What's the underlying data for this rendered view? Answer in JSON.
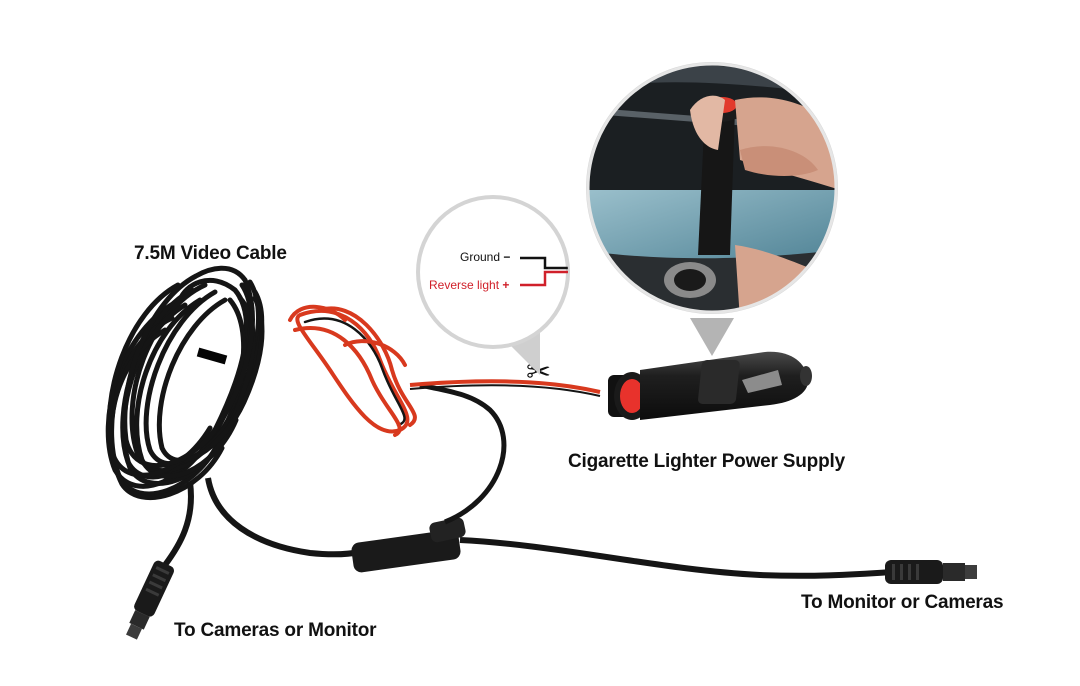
{
  "labels": {
    "video_cable": "7.5M Video Cable",
    "power_supply": "Cigarette Lighter Power Supply",
    "to_cameras_or_monitor": "To Cameras or Monitor",
    "to_monitor_or_cameras": "To Monitor or Cameras"
  },
  "wiring_callout": {
    "ground": "Ground",
    "ground_sign": "−",
    "reverse": "Reverse light",
    "reverse_sign": "+"
  },
  "icons": {
    "cut_marker": "scissors-icon"
  },
  "colors": {
    "cable_black": "#151515",
    "wire_red": "#d8391e",
    "label_text": "#111111",
    "reverse_text": "#d0202a",
    "lighter_button": "#e8322c"
  }
}
